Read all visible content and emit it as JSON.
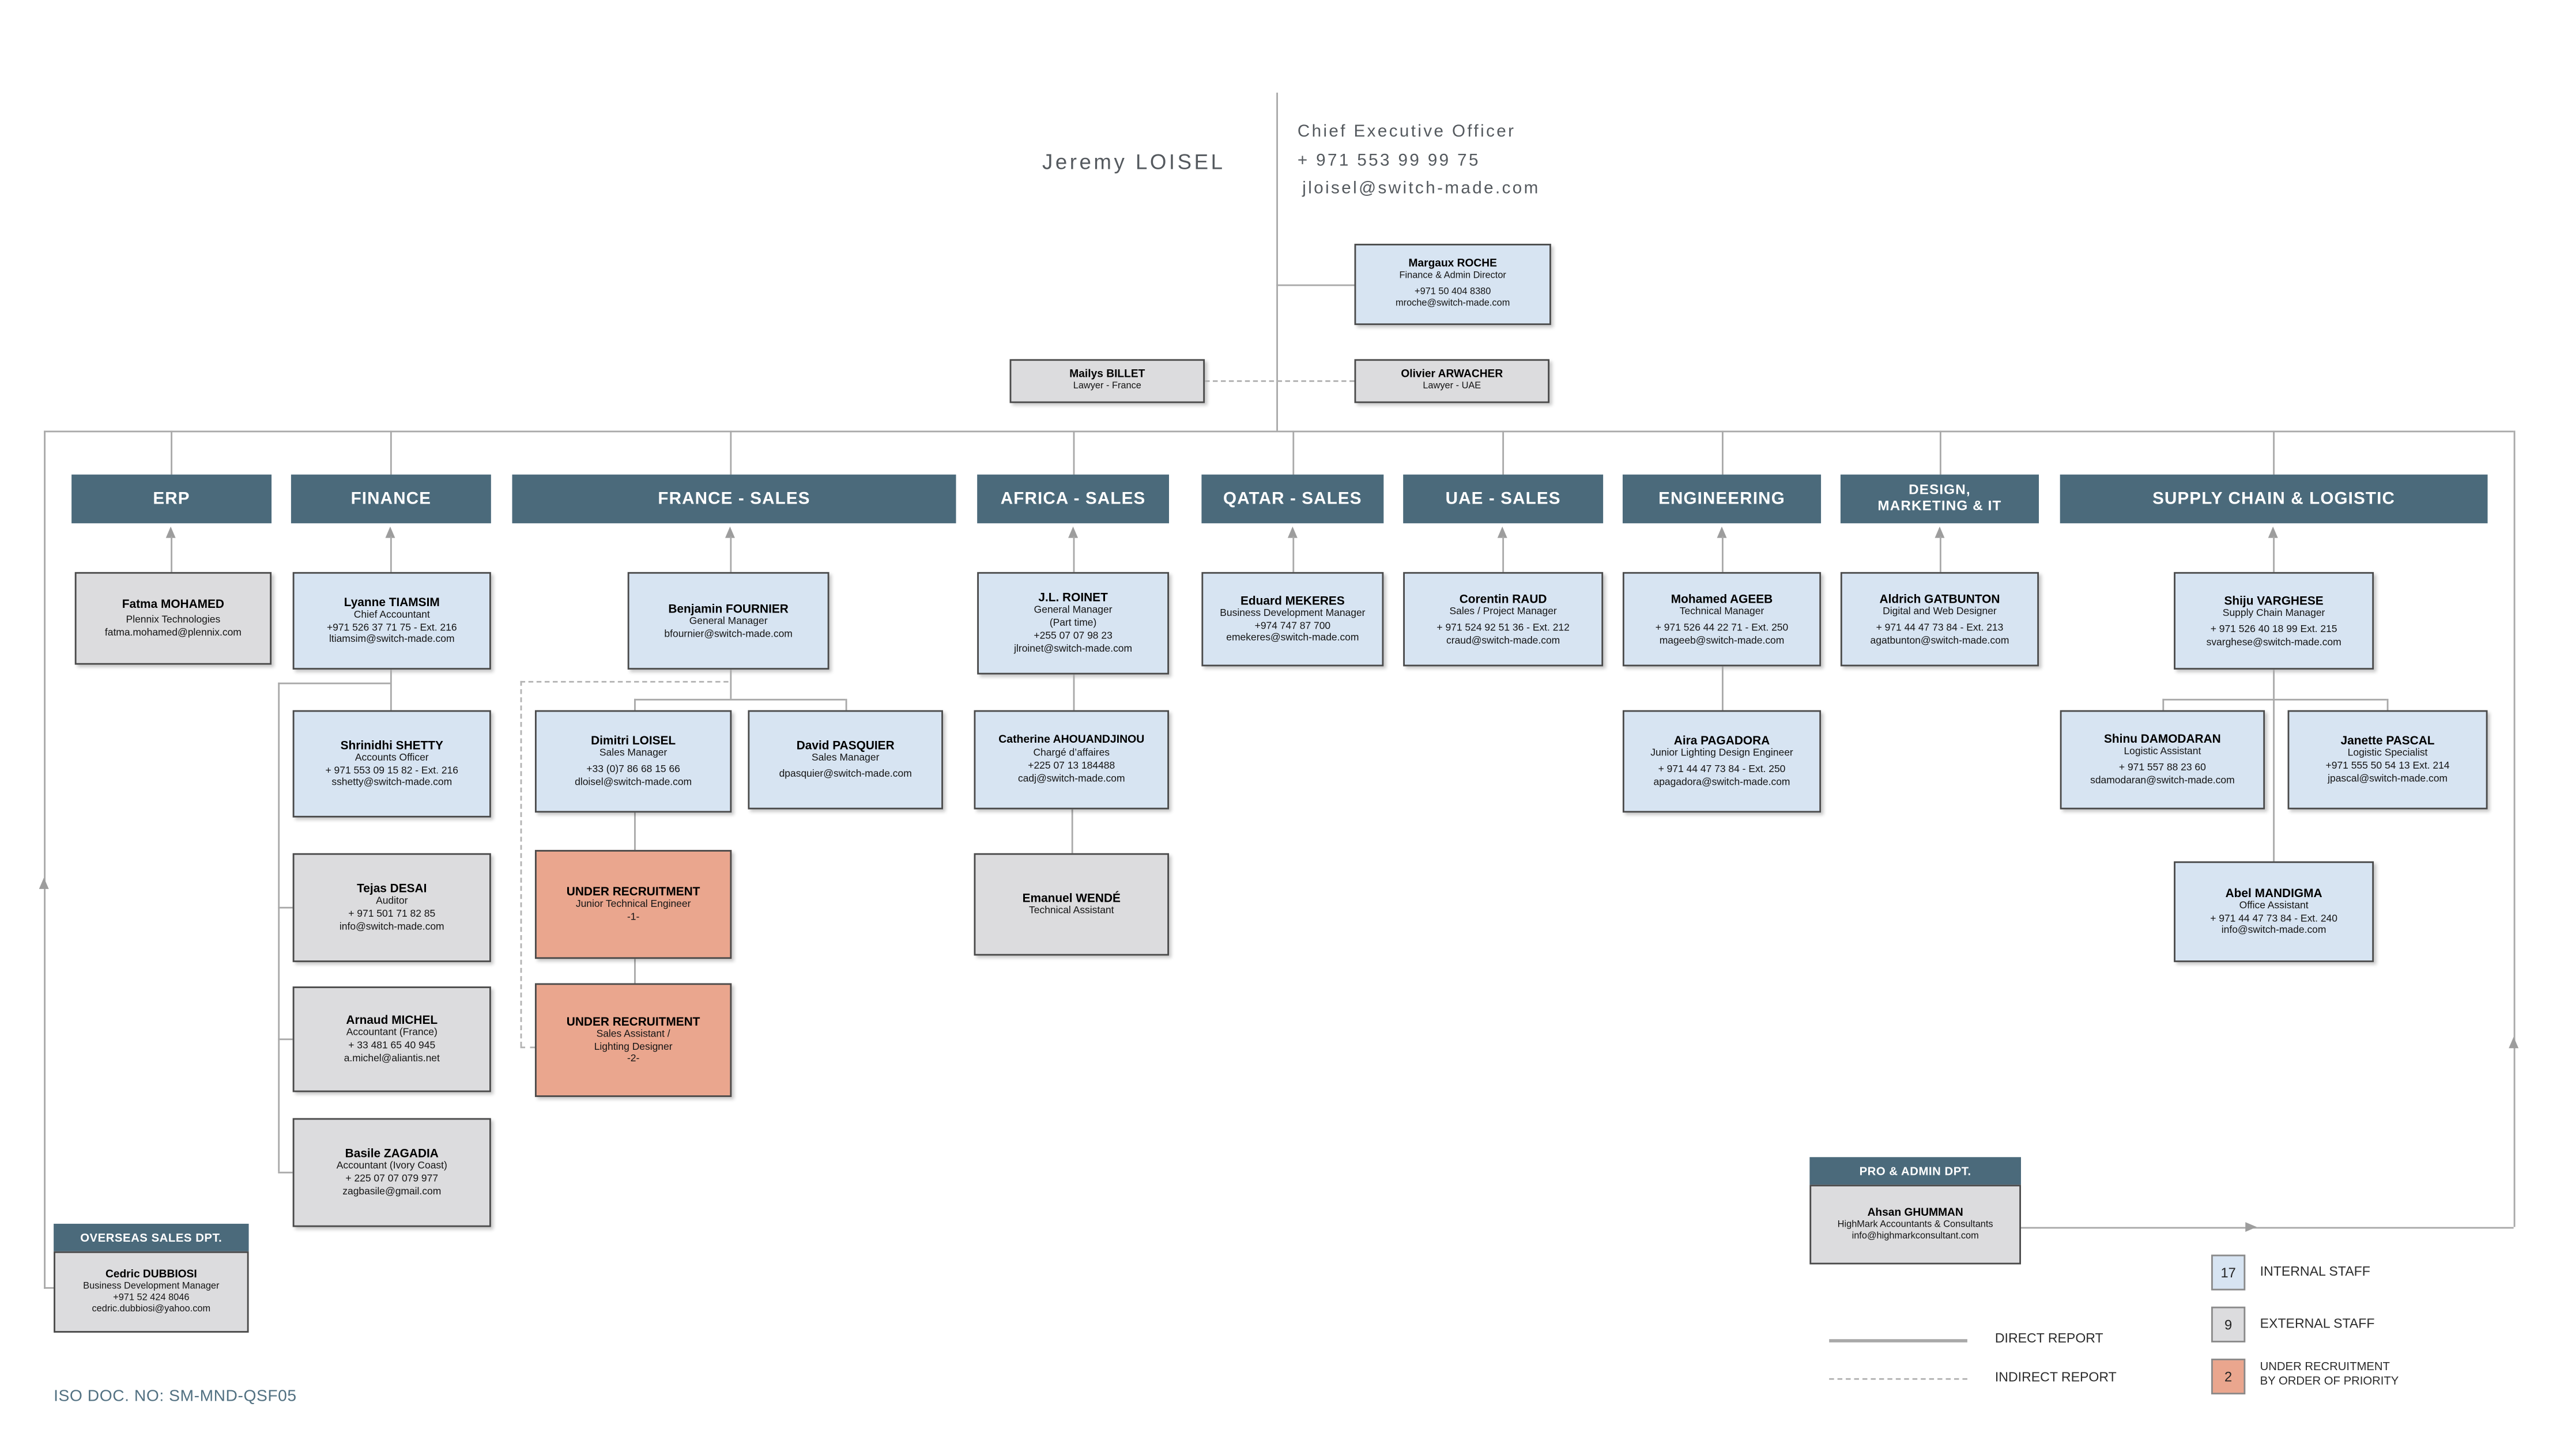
{
  "ceo": {
    "name": "Jeremy LOISEL",
    "title": "Chief Executive Officer",
    "phone": "+ 971 553 99 99 75",
    "email": "jloisel@switch-made.com"
  },
  "departments": {
    "erp": "ERP",
    "finance": "FINANCE",
    "france_sales": "FRANCE - SALES",
    "africa_sales": "AFRICA - SALES",
    "qatar_sales": "QATAR - SALES",
    "uae_sales": "UAE - SALES",
    "engineering": "ENGINEERING",
    "design_line1": "DESIGN,",
    "design_line2": "MARKETING & IT",
    "supply": "SUPPLY CHAIN & LOGISTIC",
    "overseas": "OVERSEAS SALES DPT.",
    "pro_admin": "PRO & ADMIN DPT."
  },
  "people": {
    "margaux": {
      "name": "Margaux ROCHE",
      "title": "Finance & Admin Director",
      "phone": "+971 50 404 8380",
      "email": "mroche@switch-made.com"
    },
    "mailys": {
      "name": "Mailys BILLET",
      "title": "Lawyer - France"
    },
    "olivier": {
      "name": "Olivier ARWACHER",
      "title": "Lawyer - UAE"
    },
    "fatma": {
      "name": "Fatma MOHAMED",
      "title": "Plennix Technologies",
      "email": "fatma.mohamed@plennix.com"
    },
    "lyanne": {
      "name": "Lyanne TIAMSIM",
      "title": "Chief Accountant",
      "phone": "+971 526 37 71 75  - Ext. 216",
      "email": "ltiamsim@switch-made.com"
    },
    "shrinidhi": {
      "name": "Shrinidhi SHETTY",
      "title": "Accounts Officer",
      "phone": "+ 971 553 09 15 82  - Ext. 216",
      "email": "sshetty@switch-made.com"
    },
    "tejas": {
      "name": "Tejas DESAI",
      "title": "Auditor",
      "phone": "+ 971 501 71 82 85",
      "email": "info@switch-made.com"
    },
    "arnaud": {
      "name": "Arnaud MICHEL",
      "title": "Accountant (France)",
      "phone": "+ 33 481 65 40 945",
      "email": "a.michel@aliantis.net"
    },
    "basile": {
      "name": "Basile ZAGADIA",
      "title": "Accountant (Ivory Coast)",
      "phone": "+ 225 07 07 079 977",
      "email": "zagbasile@gmail.com"
    },
    "benjamin": {
      "name": "Benjamin FOURNIER",
      "title": "General Manager",
      "email": "bfournier@switch-made.com"
    },
    "dimitri": {
      "name": "Dimitri LOISEL",
      "title": "Sales Manager",
      "phone": "+33 (0)7 86 68 15 66",
      "email": "dloisel@switch-made.com"
    },
    "david": {
      "name": "David PASQUIER",
      "title": "Sales Manager",
      "email": "dpasquier@switch-made.com"
    },
    "ur1": {
      "name": "UNDER RECRUITMENT",
      "title": "Junior Technical Engineer",
      "note": "-1-"
    },
    "ur2": {
      "name": "UNDER RECRUITMENT",
      "title": "Sales Assistant /",
      "title2": "Lighting Designer",
      "note": "-2-"
    },
    "jlroinet": {
      "name": "J.L. ROINET",
      "title": "General Manager",
      "note": "(Part time)",
      "phone": "+255 07 07 98 23",
      "email": "jlroinet@switch-made.com"
    },
    "catherine": {
      "name": "Catherine AHOUANDJINOU",
      "title": "Chargé d’affaires",
      "phone": "+225 07 13 184488",
      "email": "cadj@switch-made.com"
    },
    "emanuel": {
      "name": "Emanuel WENDÉ",
      "title": "Technical Assistant"
    },
    "eduard": {
      "name": "Eduard MEKERES",
      "title": "Business Development Manager",
      "phone": "+974 747 87 700",
      "email": "emekeres@switch-made.com"
    },
    "corentin": {
      "name": "Corentin RAUD",
      "title": "Sales / Project Manager",
      "phone": "+ 971 524 92 51 36  - Ext. 212",
      "email": "craud@switch-made.com"
    },
    "mohamed": {
      "name": "Mohamed AGEEB",
      "title": "Technical Manager",
      "phone": "+ 971 526 44 22 71 - Ext. 250",
      "email": "mageeb@switch-made.com"
    },
    "aira": {
      "name": "Aira PAGADORA",
      "title": "Junior Lighting Design Engineer",
      "phone": "+ 971 44 47 73 84 - Ext. 250",
      "email": "apagadora@switch-made.com"
    },
    "aldrich": {
      "name": "Aldrich GATBUNTON",
      "title": "Digital and Web Designer",
      "phone": "+ 971 44 47 73 84 - Ext. 213",
      "email": "agatbunton@switch-made.com"
    },
    "shiju": {
      "name": "Shiju VARGHESE",
      "title": "Supply Chain Manager",
      "phone": "+ 971 526 40 18 99  Ext. 215",
      "email": "svarghese@switch-made.com"
    },
    "shinu": {
      "name": "Shinu DAMODARAN",
      "title": "Logistic Assistant",
      "phone": "+ 971 557 88 23 60",
      "email": "sdamodaran@switch-made.com"
    },
    "janette": {
      "name": "Janette PASCAL",
      "title": "Logistic Specialist",
      "phone": "+971 555 50 54 13  Ext. 214",
      "email": "jpascal@switch-made.com"
    },
    "abel": {
      "name": "Abel MANDIGMA",
      "title": "Office Assistant",
      "phone": "+ 971 44 47 73 84 - Ext. 240",
      "email": "info@switch-made.com"
    },
    "cedric": {
      "name": "Cedric DUBBIOSI",
      "title": "Business Development Manager",
      "phone": "+971 52 424 8046",
      "email": "cedric.dubbiosi@yahoo.com"
    },
    "ahsan": {
      "name": "Ahsan GHUMMAN",
      "title": "HighMark Accountants & Consultants",
      "email": "info@highmarkconsultant.com"
    }
  },
  "legend": {
    "direct": "DIRECT REPORT",
    "indirect": "INDIRECT REPORT",
    "internal_count": "17",
    "internal_label": "INTERNAL STAFF",
    "external_count": "9",
    "external_label": "EXTERNAL STAFF",
    "recruitment_count": "2",
    "recruitment_label1": "UNDER RECRUITMENT",
    "recruitment_label2": "BY ORDER OF PRIORITY"
  },
  "footer": {
    "iso": "ISO DOC. NO: SM-MND-QSF05"
  },
  "colors": {
    "header": "#4b6a7b",
    "internal": "#d7e4f2",
    "external": "#dcdcde",
    "recruitment": "#eaa68e",
    "line": "#a9a9a9"
  }
}
